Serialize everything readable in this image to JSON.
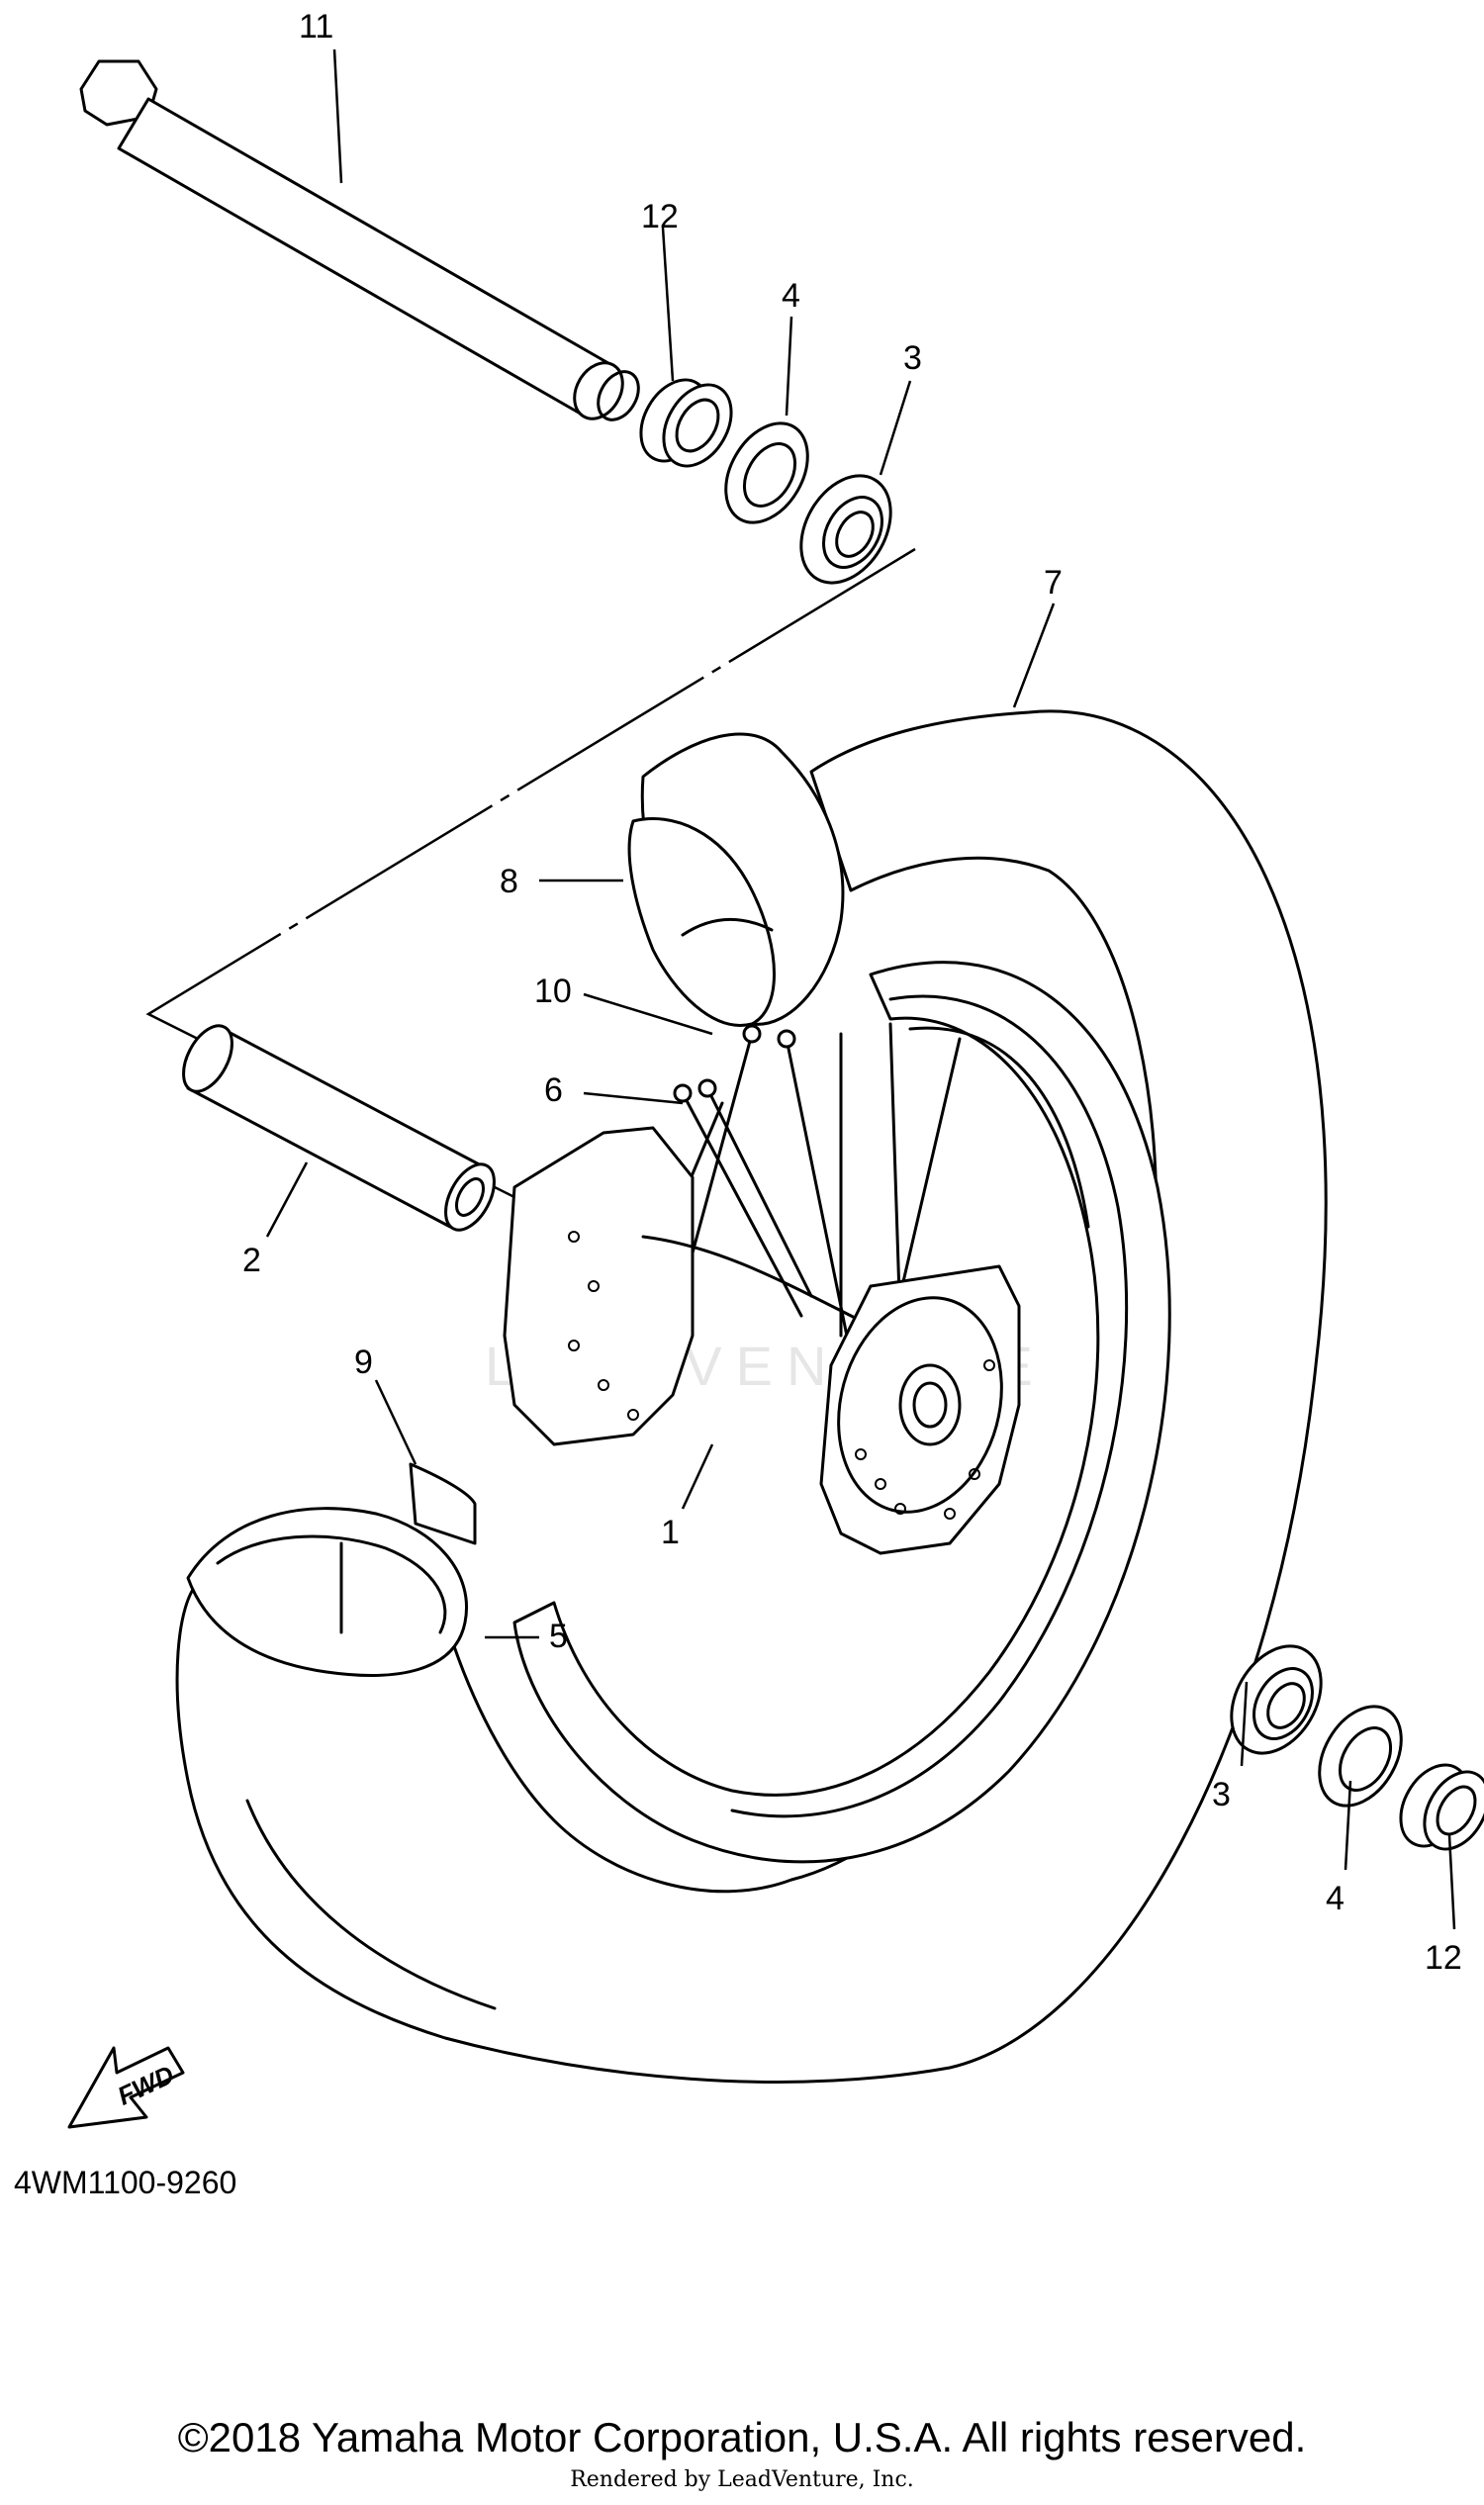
{
  "diagram": {
    "callouts": [
      {
        "id": "11",
        "text": "11"
      },
      {
        "id": "12",
        "text": "12"
      },
      {
        "id": "4",
        "text": "4"
      },
      {
        "id": "3",
        "text": "3"
      },
      {
        "id": "7",
        "text": "7"
      },
      {
        "id": "8",
        "text": "8"
      },
      {
        "id": "10",
        "text": "10"
      },
      {
        "id": "6",
        "text": "6"
      },
      {
        "id": "2",
        "text": "2"
      },
      {
        "id": "9",
        "text": "9"
      },
      {
        "id": "1",
        "text": "1"
      },
      {
        "id": "5",
        "text": "5"
      },
      {
        "id": "3b",
        "text": "3"
      },
      {
        "id": "4b",
        "text": "4"
      },
      {
        "id": "12b",
        "text": "12"
      }
    ],
    "fwd_label": "FWD",
    "watermark": "LEADVENTURE",
    "part_code": "4WM1100-9260"
  },
  "footer": {
    "copyright": "©2018 Yamaha Motor Corporation, U.S.A. All rights reserved.",
    "rendered_by": "Rendered by LeadVenture, Inc."
  }
}
